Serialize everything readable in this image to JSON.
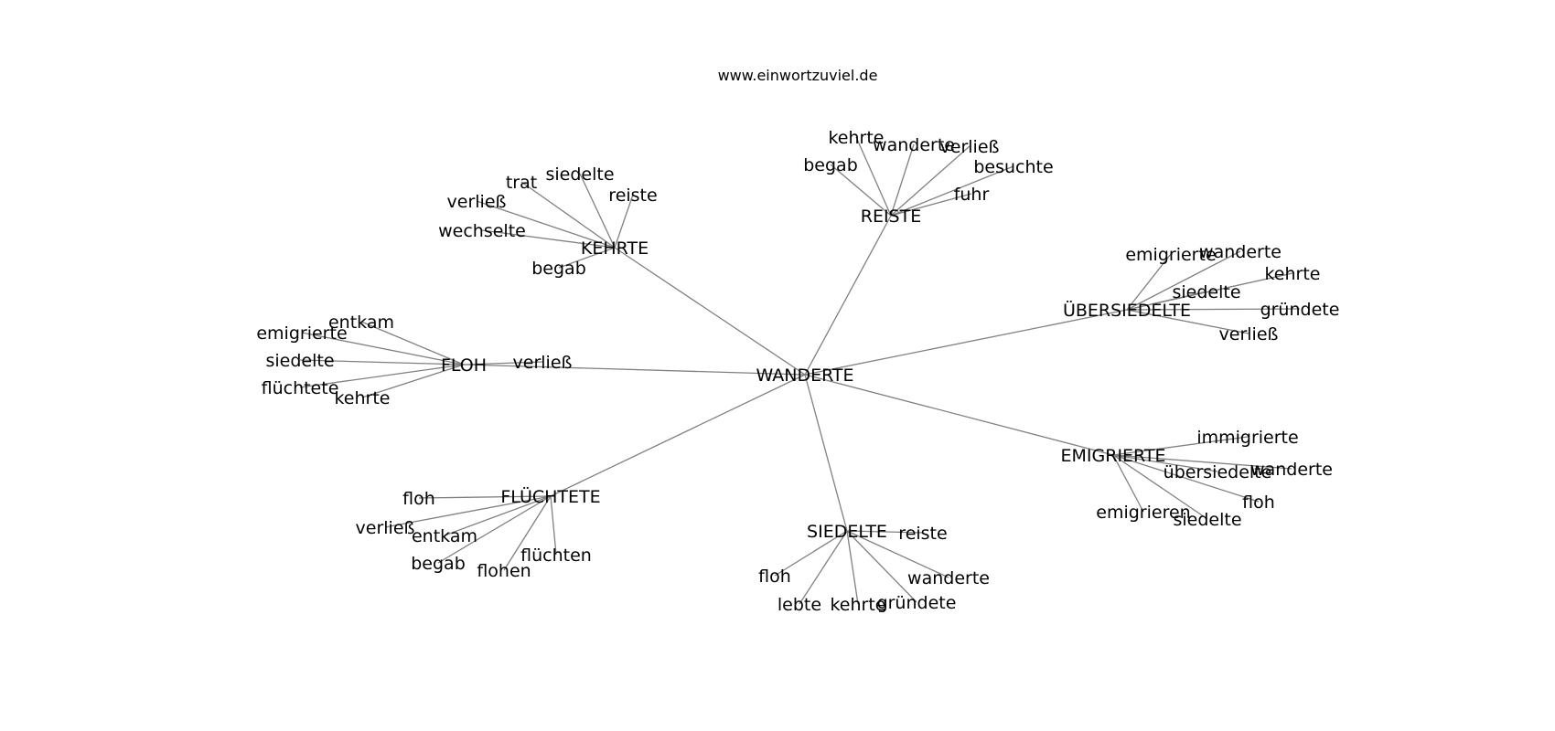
{
  "site": "www.einwortzuviel.de",
  "graph": {
    "center": "WANDERTE",
    "clusters": [
      {
        "id": "reiste",
        "label": "REISTE",
        "words": [
          "kehrte",
          "wanderte",
          "verließ",
          "begab",
          "besuchte",
          "fuhr"
        ]
      },
      {
        "id": "kehrte",
        "label": "KEHRTE",
        "words": [
          "siedelte",
          "trat",
          "reiste",
          "verließ",
          "wechselte",
          "begab"
        ]
      },
      {
        "id": "uebersiedelte",
        "label": "ÜBERSIEDELTE",
        "words": [
          "emigrierte",
          "wanderte",
          "kehrte",
          "siedelte",
          "gründete",
          "verließ"
        ]
      },
      {
        "id": "floh",
        "label": "FLOH",
        "words": [
          "entkam",
          "emigrierte",
          "siedelte",
          "verließ",
          "flüchtete",
          "kehrte"
        ]
      },
      {
        "id": "emigrierte",
        "label": "EMIGRIERTE",
        "words": [
          "immigrierte",
          "übersiedelte",
          "wanderte",
          "floh",
          "emigrieren",
          "siedelte"
        ]
      },
      {
        "id": "fluechtete",
        "label": "FLÜCHTETE",
        "words": [
          "floh",
          "verließ",
          "entkam",
          "begab",
          "flohen",
          "flüchten"
        ]
      },
      {
        "id": "siedelte",
        "label": "SIEDELTE",
        "words": [
          "reiste",
          "floh",
          "wanderte",
          "lebte",
          "kehrte",
          "gründete"
        ]
      }
    ]
  }
}
